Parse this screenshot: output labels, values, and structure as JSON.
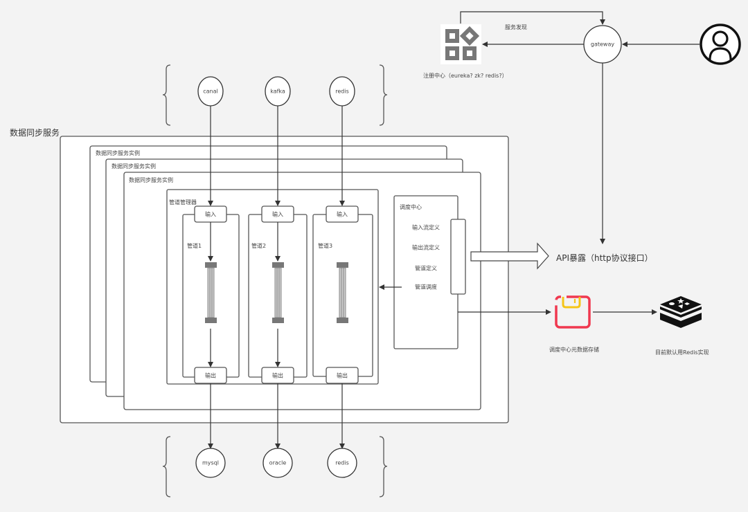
{
  "title": "数据同步服务",
  "instances": [
    {
      "label": "数据同步服务实例"
    },
    {
      "label": "数据同步服务实例"
    },
    {
      "label": "数据同步服务实例"
    }
  ],
  "sources": [
    {
      "label": "canal"
    },
    {
      "label": "kafka"
    },
    {
      "label": "redis"
    }
  ],
  "sinks": [
    {
      "label": "mysql"
    },
    {
      "label": "oracle"
    },
    {
      "label": "redis"
    }
  ],
  "pipeline_manager": {
    "label": "管道管理器",
    "pipes": [
      {
        "label": "管道1",
        "input": "输入",
        "output": "输出"
      },
      {
        "label": "管道2",
        "input": "输入",
        "output": "输出"
      },
      {
        "label": "管道3",
        "input": "输入",
        "output": "输出"
      }
    ]
  },
  "scheduler": {
    "label": "调度中心",
    "items": [
      "输入流定义",
      "输出流定义",
      "管道定义",
      "管道调度"
    ]
  },
  "api": {
    "label": "API暴露（http协议接口）"
  },
  "gateway": {
    "label": "gateway"
  },
  "registry": {
    "label": "注册中心（eureka? zk? redis?）",
    "discovery_label": "服务发现"
  },
  "metadata_store": {
    "label": "调度中心元数据存储"
  },
  "redis_impl": {
    "label": "目前默认用Redis实现"
  },
  "colors": {
    "background": "#f3f3f3",
    "line": "#333333",
    "pipe_gray": "#777777",
    "store_red": "#f0384f",
    "store_yellow": "#f5c518"
  }
}
